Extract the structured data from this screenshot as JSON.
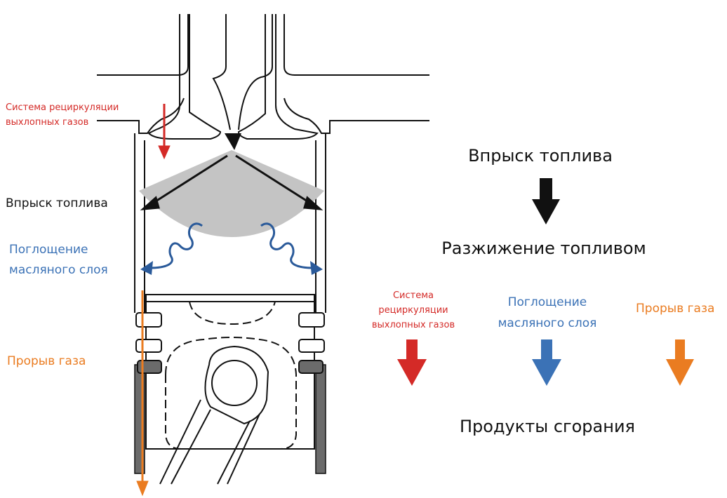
{
  "colors": {
    "egr_red": "#d42a27",
    "oil_blue": "#3b72b6",
    "blowby_orange": "#ea7c21",
    "spray_gray": "#c4c4c4",
    "text_black": "#111111"
  },
  "left_labels": {
    "egr": "Система рециркуляции выхлопных газов",
    "injection": "Впрыск топлива",
    "oil": "Поглощение масляного слоя",
    "blowby": "Прорыв газа"
  },
  "flow": {
    "injection": "Впрыск топлива",
    "ignition": "Разжижение топливом",
    "egr": "Система рециркуляции выхлопных газов",
    "oil": "Поглощение масляного слоя",
    "blowby": "Прорыв газа",
    "products": "Продукты сгорания"
  }
}
